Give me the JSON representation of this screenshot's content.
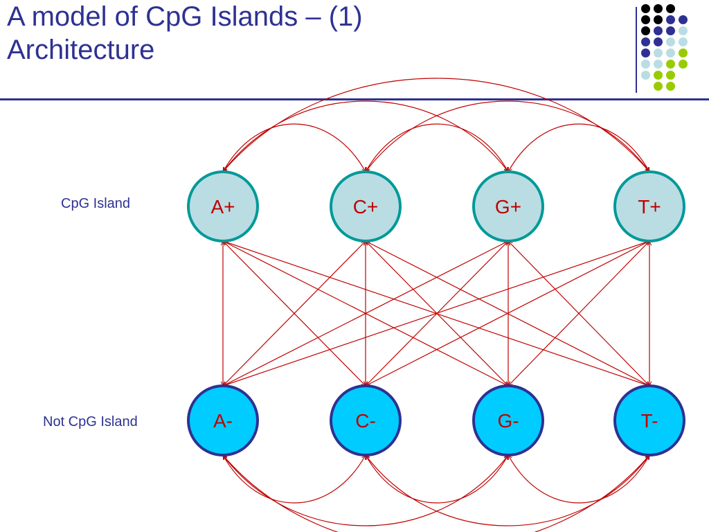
{
  "slide": {
    "title_line1": "A model of CpG Islands – (1)",
    "title_line2": "Architecture"
  },
  "rows": {
    "top_label": "CpG Island",
    "bottom_label": "Not CpG Island"
  },
  "nodes": [
    {
      "id": "A+",
      "label": "A+",
      "row": "top"
    },
    {
      "id": "C+",
      "label": "C+",
      "row": "top"
    },
    {
      "id": "G+",
      "label": "G+",
      "row": "top"
    },
    {
      "id": "T+",
      "label": "T+",
      "row": "top"
    },
    {
      "id": "A-",
      "label": "A-",
      "row": "bottom"
    },
    {
      "id": "C-",
      "label": "C-",
      "row": "bottom"
    },
    {
      "id": "G-",
      "label": "G-",
      "row": "bottom"
    },
    {
      "id": "T-",
      "label": "T-",
      "row": "bottom"
    }
  ],
  "colors": {
    "title": "#2e3192",
    "edge": "#c00000",
    "node_label": "#c00000",
    "top_node_fill": "#b9dde3",
    "top_node_stroke": "#009999",
    "bottom_node_fill": "#00ccff",
    "bottom_node_stroke": "#2e3192",
    "deco_dots": [
      "#000000",
      "#2e3192",
      "#b9dde3",
      "#99cc00"
    ]
  }
}
